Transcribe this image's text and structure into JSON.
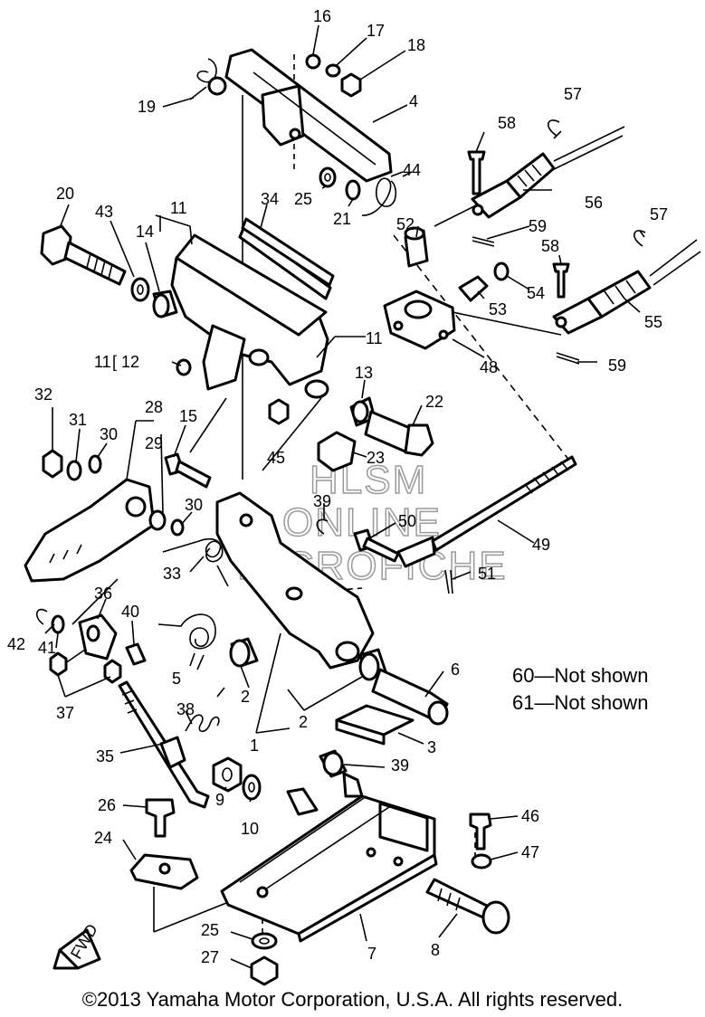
{
  "parts": [
    {
      "id": "p1",
      "label": "1"
    },
    {
      "id": "p2a",
      "label": "2"
    },
    {
      "id": "p2b",
      "label": "2"
    },
    {
      "id": "p3",
      "label": "3"
    },
    {
      "id": "p4",
      "label": "4"
    },
    {
      "id": "p5",
      "label": "5"
    },
    {
      "id": "p6",
      "label": "6"
    },
    {
      "id": "p7",
      "label": "7"
    },
    {
      "id": "p8",
      "label": "8"
    },
    {
      "id": "p9",
      "label": "9"
    },
    {
      "id": "p10",
      "label": "10"
    },
    {
      "id": "p11a",
      "label": "11"
    },
    {
      "id": "p11b",
      "label": "11"
    },
    {
      "id": "p11c",
      "label": "11"
    },
    {
      "id": "p12",
      "label": "12"
    },
    {
      "id": "p13",
      "label": "13"
    },
    {
      "id": "p14",
      "label": "14"
    },
    {
      "id": "p15",
      "label": "15"
    },
    {
      "id": "p16",
      "label": "16"
    },
    {
      "id": "p17",
      "label": "17"
    },
    {
      "id": "p18",
      "label": "18"
    },
    {
      "id": "p19",
      "label": "19"
    },
    {
      "id": "p20",
      "label": "20"
    },
    {
      "id": "p21",
      "label": "21"
    },
    {
      "id": "p22",
      "label": "22"
    },
    {
      "id": "p23",
      "label": "23"
    },
    {
      "id": "p24",
      "label": "24"
    },
    {
      "id": "p25a",
      "label": "25"
    },
    {
      "id": "p25b",
      "label": "25"
    },
    {
      "id": "p26",
      "label": "26"
    },
    {
      "id": "p27",
      "label": "27"
    },
    {
      "id": "p28",
      "label": "28"
    },
    {
      "id": "p29",
      "label": "29"
    },
    {
      "id": "p30a",
      "label": "30"
    },
    {
      "id": "p30b",
      "label": "30"
    },
    {
      "id": "p31",
      "label": "31"
    },
    {
      "id": "p32",
      "label": "32"
    },
    {
      "id": "p33",
      "label": "33"
    },
    {
      "id": "p34",
      "label": "34"
    },
    {
      "id": "p35",
      "label": "35"
    },
    {
      "id": "p36",
      "label": "36"
    },
    {
      "id": "p37",
      "label": "37"
    },
    {
      "id": "p38",
      "label": "38"
    },
    {
      "id": "p39a",
      "label": "39"
    },
    {
      "id": "p39b",
      "label": "39"
    },
    {
      "id": "p40",
      "label": "40"
    },
    {
      "id": "p41",
      "label": "41"
    },
    {
      "id": "p42",
      "label": "42"
    },
    {
      "id": "p43",
      "label": "43"
    },
    {
      "id": "p44",
      "label": "44"
    },
    {
      "id": "p45",
      "label": "45"
    },
    {
      "id": "p46",
      "label": "46"
    },
    {
      "id": "p47",
      "label": "47"
    },
    {
      "id": "p48",
      "label": "48"
    },
    {
      "id": "p49",
      "label": "49"
    },
    {
      "id": "p50",
      "label": "50"
    },
    {
      "id": "p51",
      "label": "51"
    },
    {
      "id": "p52",
      "label": "52"
    },
    {
      "id": "p53",
      "label": "53"
    },
    {
      "id": "p54",
      "label": "54"
    },
    {
      "id": "p55",
      "label": "55"
    },
    {
      "id": "p56",
      "label": "56"
    },
    {
      "id": "p57a",
      "label": "57"
    },
    {
      "id": "p57b",
      "label": "57"
    },
    {
      "id": "p58a",
      "label": "58"
    },
    {
      "id": "p58b",
      "label": "58"
    },
    {
      "id": "p59a",
      "label": "59"
    },
    {
      "id": "p59b",
      "label": "59"
    }
  ],
  "notes": [
    {
      "number": "60",
      "text": "Not shown"
    },
    {
      "number": "61",
      "text": "Not shown"
    }
  ],
  "watermark": [
    "HLSM",
    "ONLINE",
    "MICROFICHE"
  ],
  "fwd_label": "FWD",
  "copyright": "©2013 Yamaha Motor Corporation, U.S.A. All rights reserved."
}
